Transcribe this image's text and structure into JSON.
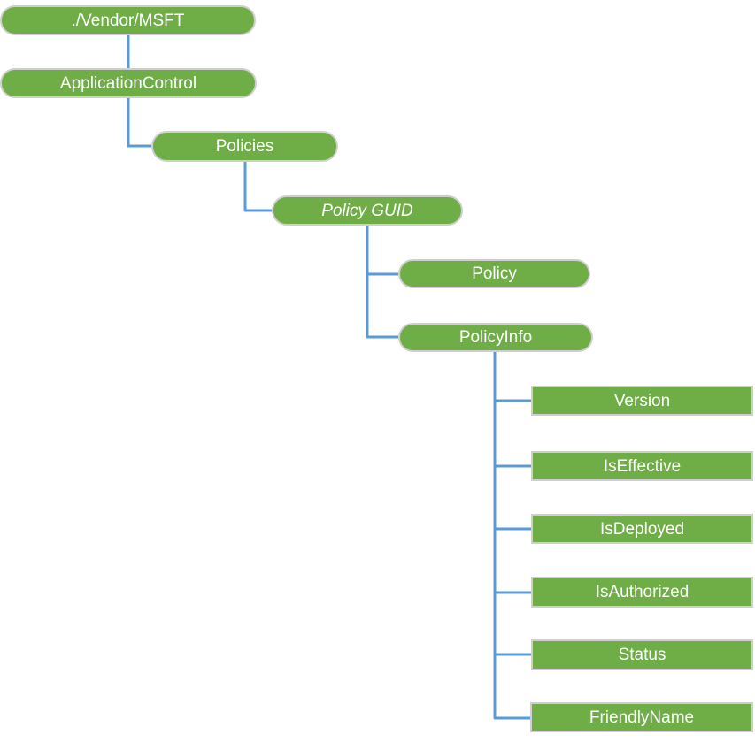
{
  "colors": {
    "node-fill": "#6FAD47",
    "node-border": "#D0CECE",
    "node-text": "#FFFFFF",
    "connector": "#5B9BD5",
    "background": "#FFFFFF"
  },
  "nodes": [
    {
      "id": "vendor-msft",
      "label": "./Vendor/MSFT",
      "shape": "pill"
    },
    {
      "id": "application-control",
      "label": "ApplicationControl",
      "shape": "pill"
    },
    {
      "id": "policies",
      "label": "Policies",
      "shape": "pill"
    },
    {
      "id": "policy-guid",
      "label": "Policy GUID",
      "shape": "pill",
      "italic": true
    },
    {
      "id": "policy",
      "label": "Policy",
      "shape": "pill"
    },
    {
      "id": "policy-info",
      "label": "PolicyInfo",
      "shape": "pill"
    },
    {
      "id": "version",
      "label": "Version",
      "shape": "rect"
    },
    {
      "id": "is-effective",
      "label": "IsEffective",
      "shape": "rect"
    },
    {
      "id": "is-deployed",
      "label": "IsDeployed",
      "shape": "rect"
    },
    {
      "id": "is-authorized",
      "label": "IsAuthorized",
      "shape": "rect"
    },
    {
      "id": "status",
      "label": "Status",
      "shape": "rect"
    },
    {
      "id": "friendly-name",
      "label": "FriendlyName",
      "shape": "rect"
    }
  ]
}
